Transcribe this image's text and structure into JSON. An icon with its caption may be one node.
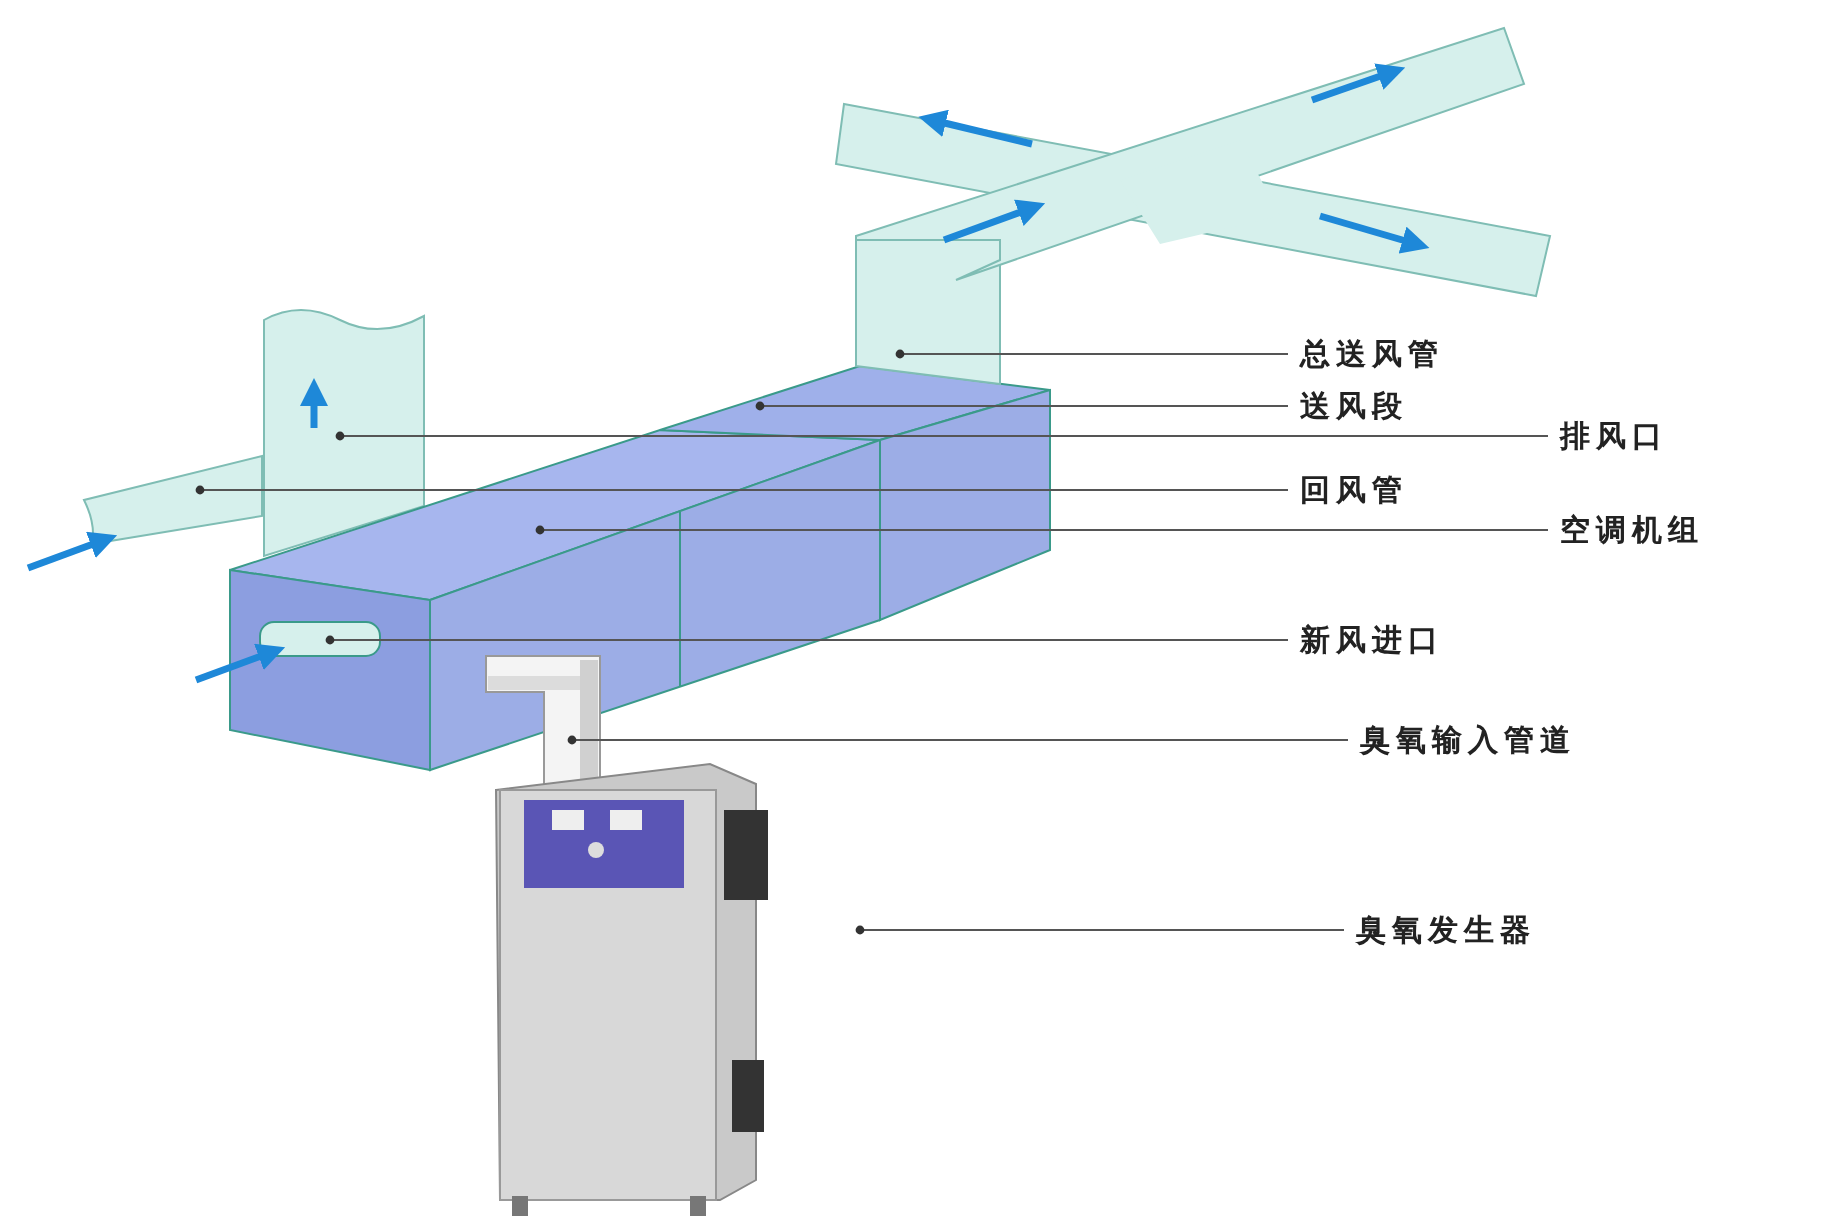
{
  "diagram": {
    "nodes": [
      {
        "text": [
          "总送风管"
        ]
      },
      {
        "text": [
          "送风段"
        ]
      },
      {
        "text": [
          "排风口"
        ]
      },
      {
        "text": [
          "回风管"
        ]
      },
      {
        "text": [
          "空调机组"
        ]
      },
      {
        "text": [
          "新风进口"
        ]
      },
      {
        "text": [
          "臭氧输入管道"
        ]
      },
      {
        "text": [
          "臭氧发生器"
        ]
      },
      {
        "text": [],
        "shape": "picture"
      },
      {
        "text": [],
        "shape": "picture"
      },
      {
        "text": [],
        "shape": "picture"
      },
      {
        "text": [],
        "shape": "picture"
      },
      {
        "text": [],
        "shape": "picture"
      },
      {
        "text": [],
        "shape": "picture"
      },
      {
        "text": [],
        "shape": "picture"
      },
      {
        "text": [],
        "shape": "picture"
      }
    ],
    "edges": [
      {
        "from": 0,
        "to": 8,
        "arrow": "other"
      },
      {
        "from": 1,
        "to": 9,
        "arrow": "other"
      },
      {
        "from": 2,
        "to": 10,
        "arrow": "other"
      },
      {
        "from": 3,
        "to": 11,
        "arrow": "other"
      },
      {
        "from": 4,
        "to": 12,
        "arrow": "other"
      },
      {
        "from": 5,
        "to": 13,
        "arrow": "other"
      },
      {
        "from": 6,
        "to": 14,
        "arrow": "other"
      },
      {
        "from": 7,
        "to": 15,
        "arrow": "other"
      }
    ]
  }
}
